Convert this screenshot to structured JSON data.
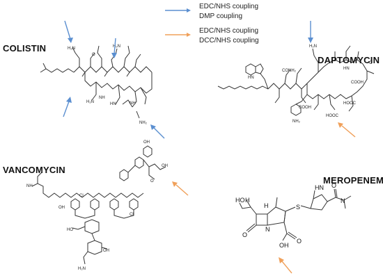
{
  "legend": {
    "blue": {
      "line1": "EDC/NHS coupling",
      "line2": "DMP coupling",
      "color": "#5b8fd0"
    },
    "orange": {
      "line1": "EDC/NHS coupling",
      "line2": "DCC/NHS coupling",
      "color": "#f0a05a"
    }
  },
  "molecules": {
    "colistin": "COLISTIN",
    "daptomycin": "DAPTOMYCIN",
    "vancomycin": "VANCOMYCIN",
    "meropenem": "MEROPENEM"
  },
  "atom_labels": {
    "nh2": "NH₂",
    "h2n": "H₂N",
    "conh2": "CONH₂",
    "cooh": "COOH",
    "hooc": "HOOC",
    "oh": "OH",
    "ho": "HO",
    "o": "O",
    "n": "N",
    "h": "H",
    "s": "S",
    "cl": "Cl",
    "nh": "NH",
    "hn": "HN"
  }
}
